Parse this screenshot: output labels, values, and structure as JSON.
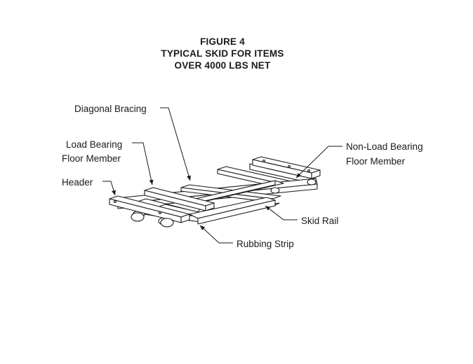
{
  "figure": {
    "title_lines": [
      "FIGURE 4",
      "TYPICAL SKID FOR ITEMS",
      "OVER 4000 LBS NET"
    ]
  },
  "labels": {
    "diagonal_bracing": "Diagonal Bracing",
    "load_bearing_line1": "Load Bearing",
    "load_bearing_line2": "Floor Member",
    "header": "Header",
    "non_load_bearing_line1": "Non-Load Bearing",
    "non_load_bearing_line2": "Floor Member",
    "skid_rail": "Skid Rail",
    "rubbing_strip": "Rubbing Strip"
  },
  "colors": {
    "ink": "#1a1a1a",
    "background": "#ffffff"
  }
}
